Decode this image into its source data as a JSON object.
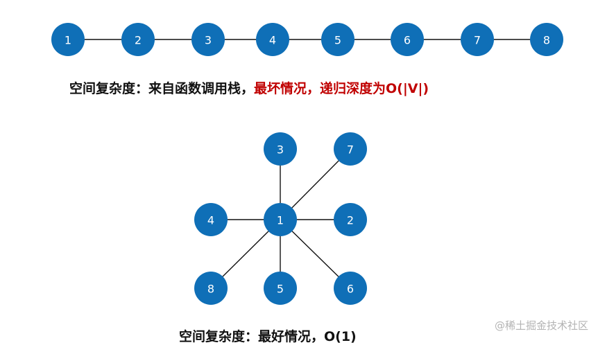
{
  "chain_graph": {
    "nodes": [
      "1",
      "2",
      "3",
      "4",
      "5",
      "6",
      "7",
      "8"
    ],
    "edges": [
      [
        "1",
        "2"
      ],
      [
        "2",
        "3"
      ],
      [
        "3",
        "4"
      ],
      [
        "4",
        "5"
      ],
      [
        "5",
        "6"
      ],
      [
        "6",
        "7"
      ],
      [
        "7",
        "8"
      ]
    ]
  },
  "star_graph": {
    "center": "1",
    "nodes": [
      "1",
      "2",
      "3",
      "4",
      "5",
      "6",
      "7",
      "8"
    ],
    "edges": [
      [
        "1",
        "2"
      ],
      [
        "1",
        "3"
      ],
      [
        "1",
        "4"
      ],
      [
        "1",
        "5"
      ],
      [
        "1",
        "6"
      ],
      [
        "1",
        "7"
      ],
      [
        "1",
        "8"
      ]
    ]
  },
  "captions": {
    "top_black": "空间复杂度：来自函数调用栈，",
    "top_red": "最坏情况，递归深度为O(|V|)",
    "bottom": "空间复杂度：最好情况，O(1)"
  },
  "colors": {
    "node_fill": "#0f6fb7",
    "node_text": "#ffffff",
    "edge": "#111111",
    "highlight_text": "#c00000"
  },
  "watermark": "@稀土掘金技术社区"
}
